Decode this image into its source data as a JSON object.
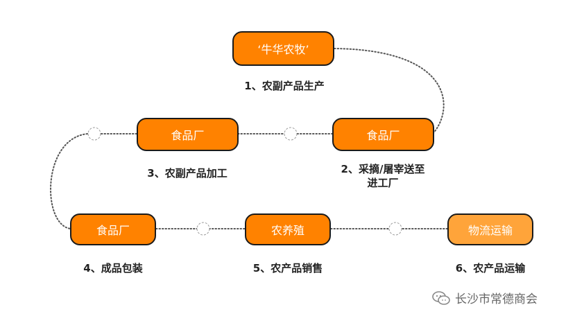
{
  "nodes": {
    "farm": "‘牛华农牧’",
    "factory_right": "食品厂",
    "factory_left": "食品厂",
    "factory_bottom": "食品厂",
    "breeding": "农养殖",
    "logistics": "物流运输"
  },
  "steps": {
    "s1": "1、农副产品生产",
    "s2_line1": "2、采摘/屠宰送至",
    "s2_line2": "进工厂",
    "s3": "3、农副产品加工",
    "s4": "4、成品包装",
    "s5": "5、农产品销售",
    "s6": "6、农产品运输"
  },
  "watermark": {
    "text": "长沙市常德商会"
  }
}
